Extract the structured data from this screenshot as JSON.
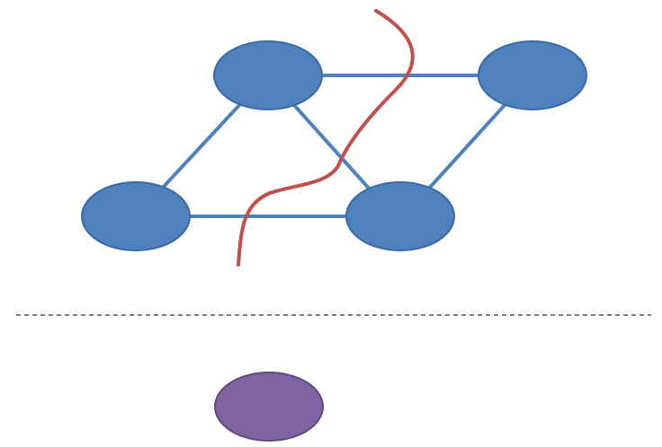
{
  "diagram": {
    "nodes": [
      {
        "id": "top-left",
        "shape": "ellipse",
        "color": "#4f81bd",
        "stroke": "#3a6aa5"
      },
      {
        "id": "top-right",
        "shape": "ellipse",
        "color": "#4f81bd",
        "stroke": "#3a6aa5"
      },
      {
        "id": "bottom-left",
        "shape": "ellipse",
        "color": "#4f81bd",
        "stroke": "#3a6aa5"
      },
      {
        "id": "bottom-right",
        "shape": "ellipse",
        "color": "#4f81bd",
        "stroke": "#3a6aa5"
      },
      {
        "id": "separate",
        "shape": "ellipse",
        "color": "#8064a2",
        "stroke": "#5e4a7d"
      }
    ],
    "edges": [
      {
        "from": "top-left",
        "to": "top-right"
      },
      {
        "from": "top-left",
        "to": "bottom-left"
      },
      {
        "from": "top-left",
        "to": "bottom-right"
      },
      {
        "from": "bottom-left",
        "to": "bottom-right"
      },
      {
        "from": "top-right",
        "to": "bottom-right"
      }
    ],
    "edge_color": "#4f81bd",
    "cut_line": {
      "color": "#c0504d"
    },
    "separator": {
      "style": "dashed",
      "color": "#333333"
    }
  }
}
